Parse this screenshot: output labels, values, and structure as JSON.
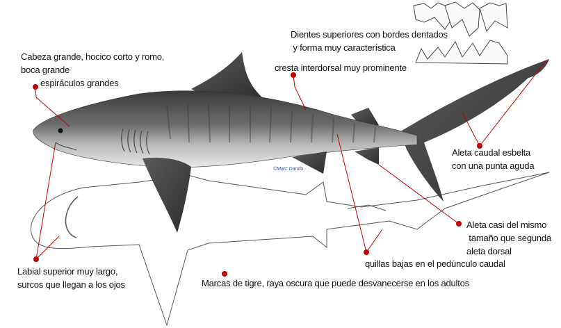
{
  "annotation_color": "#c00000",
  "credit": "©Marc Dando",
  "labels": {
    "head": [
      "Cabeza grande, hocico corto y romo,",
      "boca grande"
    ],
    "spiracles": "espiráculos grandes",
    "teeth": [
      "Dientes superiores con bordes dentados",
      " y forma muy característica"
    ],
    "ridge": "cresta interdorsal muy prominente",
    "caudal": [
      "Aleta caudal esbelta",
      "con una punta aguda"
    ],
    "anal": [
      "Aleta casi del mismo",
      " tamaño que segunda",
      "aleta dorsal"
    ],
    "keels": "quillas bajas en el pedúnculo caudal",
    "markings": "Marcas de tigre, raya oscura que puede desvanecerse en los adultos",
    "labial": [
      "Labial superior muy largo,",
      "surcos que llegan a los ojos"
    ]
  }
}
